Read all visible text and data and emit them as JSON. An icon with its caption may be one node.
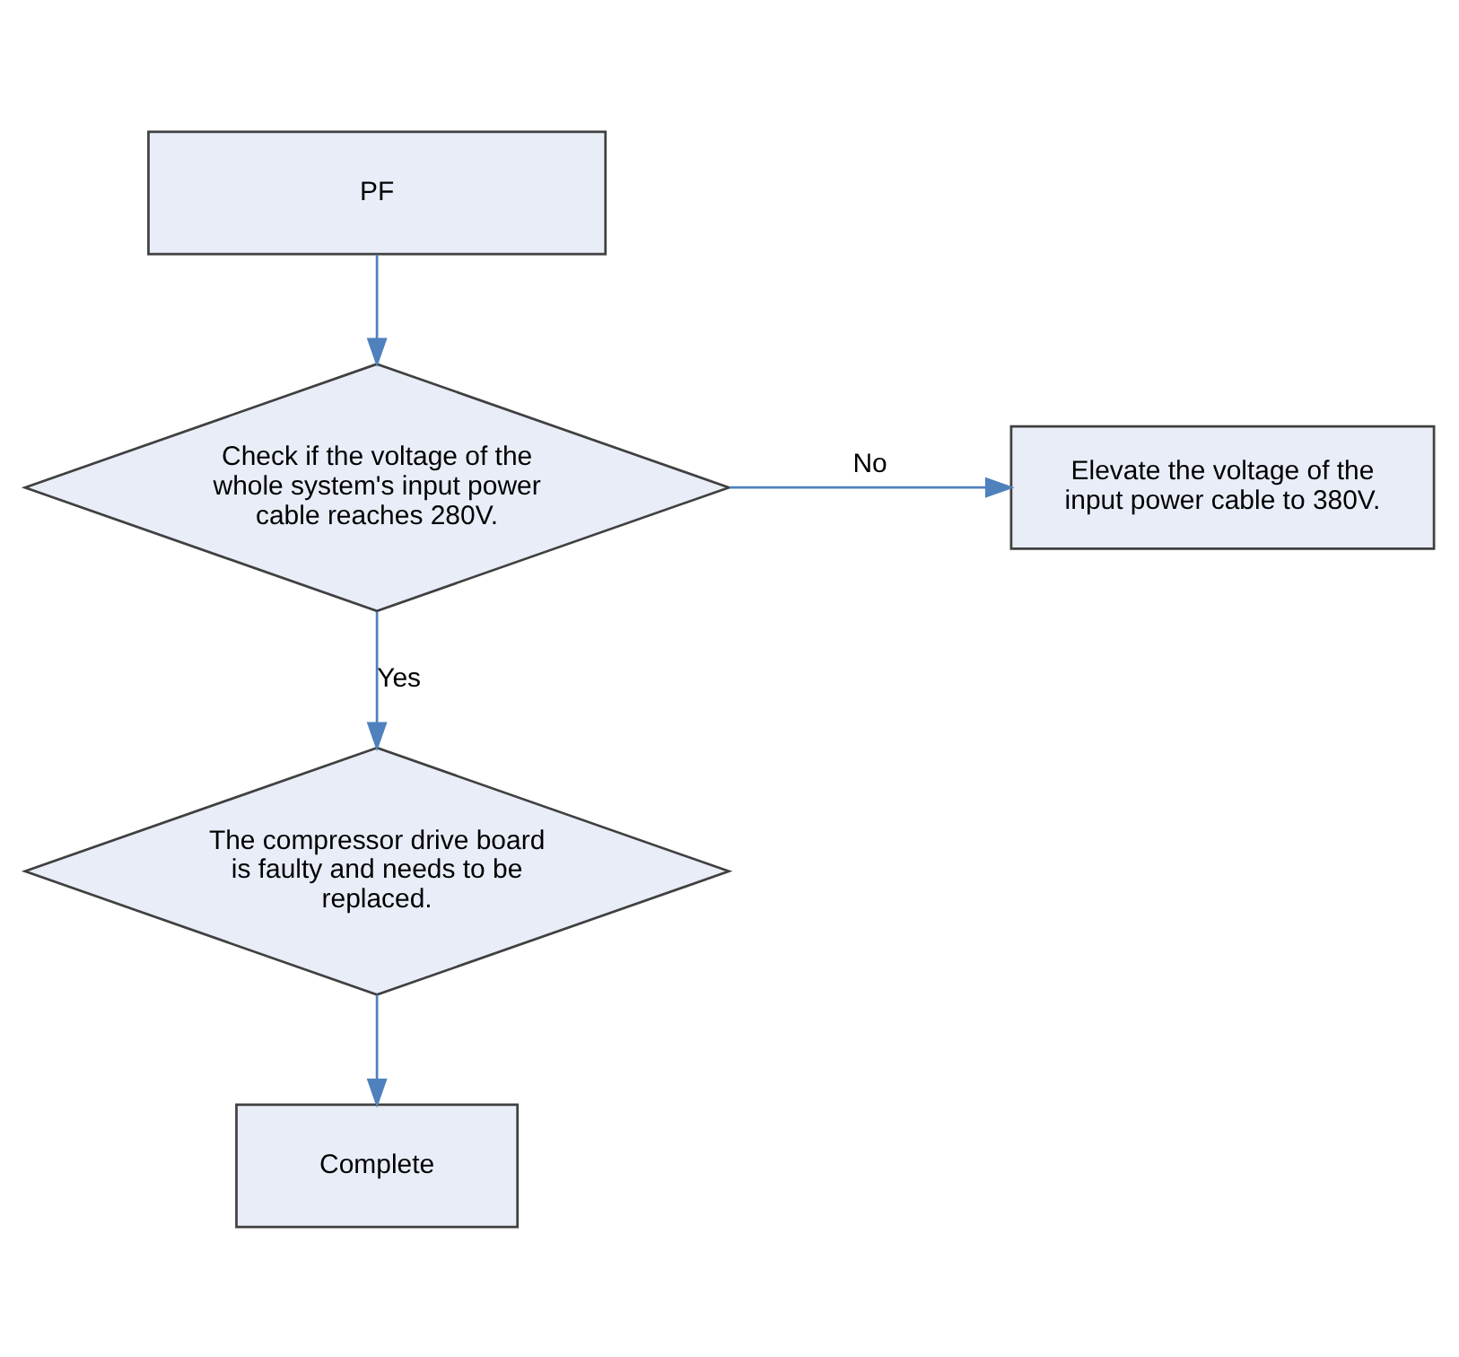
{
  "diagram": {
    "nodes": [
      {
        "text": [
          "PF"
        ]
      },
      {
        "text": [
          "Check if the voltage of the whole system's input power cable reaches 280V."
        ]
      },
      {
        "text": [
          "Elevate the voltage of the input power cable to 380V."
        ]
      },
      {
        "text": [
          "The compressor drive board is faulty and needs to be replaced."
        ]
      },
      {
        "text": [
          "Complete"
        ]
      }
    ],
    "edges": [
      {
        "from": 0,
        "to": 1,
        "arrow": "to"
      },
      {
        "from": 1,
        "to": 2,
        "arrow": "to",
        "label": "No"
      },
      {
        "from": 1,
        "to": 3,
        "arrow": "to",
        "label": "Yes"
      },
      {
        "from": 3,
        "to": 4,
        "arrow": "to"
      }
    ]
  }
}
